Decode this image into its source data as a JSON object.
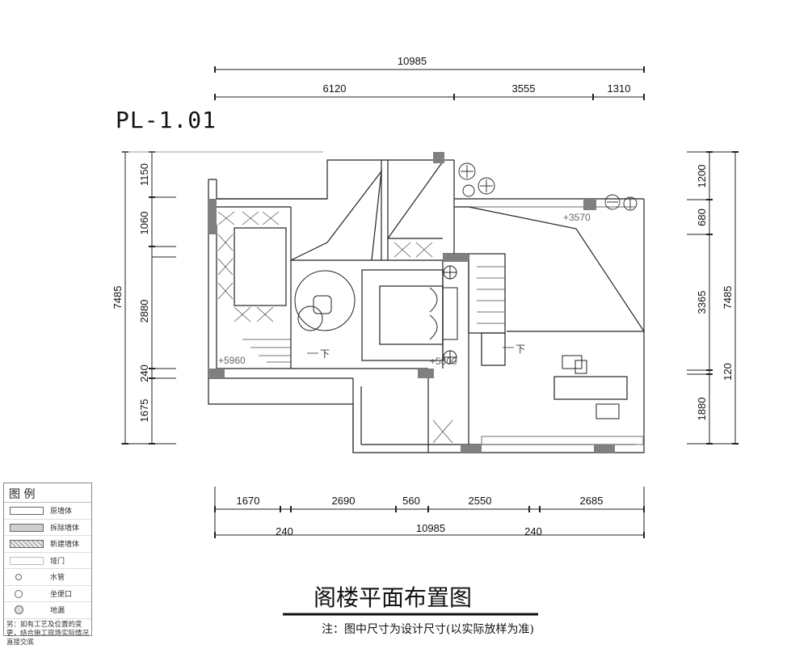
{
  "drawing": {
    "code": "PL-1.01",
    "title": "阁楼平面布置图",
    "note": "注：图中尺寸为设计尺寸(以实际放样为准)"
  },
  "dimensions": {
    "top_total": "10985",
    "top_segments": [
      "6120",
      "3555",
      "1310"
    ],
    "bottom_segments": [
      "1670",
      "2690",
      "560",
      "2550",
      "2685"
    ],
    "bottom_total": "10985",
    "bottom_left_wall": "240",
    "bottom_right_wall": "240",
    "left_total": "7485",
    "left_segments": [
      "1150",
      "1060",
      "2880",
      "240",
      "1675"
    ],
    "right_total": "7485",
    "right_segments": [
      "1200",
      "680",
      "3365",
      "120",
      "1880"
    ]
  },
  "levels": [
    "+5960",
    "+5300",
    "+3570"
  ],
  "stair_down_labels": [
    "下",
    "下"
  ],
  "legend": {
    "heading": "图  例",
    "items": [
      {
        "label": "原墙体",
        "icon": "original-wall-swatch"
      },
      {
        "label": "拆除墙体",
        "icon": "demolished-wall-swatch"
      },
      {
        "label": "新建墙体",
        "icon": "new-wall-swatch"
      },
      {
        "label": "垭门",
        "icon": "door-opening-swatch"
      },
      {
        "label": "水管",
        "icon": "water-pipe-circle"
      },
      {
        "label": "坐便口",
        "icon": "toilet-outlet-circle"
      },
      {
        "label": "地漏",
        "icon": "floor-drain-circle"
      }
    ],
    "footnote": "另：如有工艺及位置的变更，结合施工现场实际情况直接交底"
  },
  "colors": {
    "line": "#222222",
    "wall_fill": "#808080",
    "dim_line": "#111111"
  }
}
